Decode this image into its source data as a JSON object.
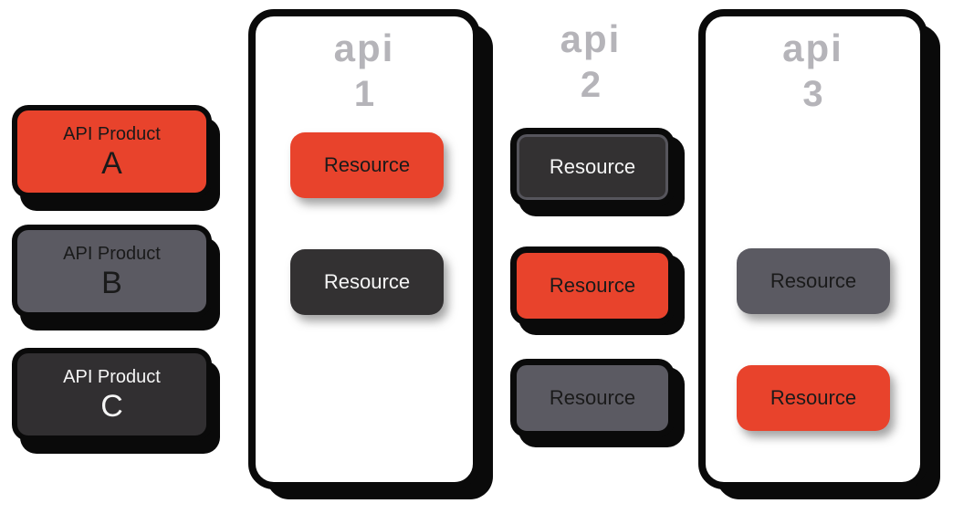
{
  "products": [
    {
      "label": "API Product",
      "letter": "A",
      "fill": "#e8432c",
      "text": "#1a1a1a"
    },
    {
      "label": "API Product",
      "letter": "B",
      "fill": "#5b5a62",
      "text": "#1a1a1a"
    },
    {
      "label": "API Product",
      "letter": "C",
      "fill": "#312f31",
      "text": "#f5f5f5"
    }
  ],
  "apis": [
    {
      "word": "api",
      "number": "1",
      "resources": [
        {
          "label": "Resource",
          "fill": "#e8432c",
          "text": "#1a1a1a"
        },
        {
          "label": "Resource",
          "fill": "#333132",
          "text": "#f5f5f5"
        }
      ]
    },
    {
      "word": "api",
      "number": "2",
      "resources": [
        {
          "label": "Resource",
          "fill": "#333132",
          "text": "#f5f5f5"
        },
        {
          "label": "Resource",
          "fill": "#e8432c",
          "text": "#1a1a1a"
        },
        {
          "label": "Resource",
          "fill": "#5b5a62",
          "text": "#1a1a1a"
        }
      ]
    },
    {
      "word": "api",
      "number": "3",
      "resources": [
        {
          "label": "Resource",
          "fill": "#5b5a62",
          "text": "#1a1a1a"
        },
        {
          "label": "Resource",
          "fill": "#e8432c",
          "text": "#1a1a1a"
        }
      ]
    }
  ],
  "colors": {
    "accent_red": "#e8432c",
    "dark_gray": "#333132",
    "medium_gray": "#5b5a62",
    "api_label_gray": "#b5b4b9",
    "outline_black": "#0a0a0a",
    "panel_white": "#ffffff"
  }
}
